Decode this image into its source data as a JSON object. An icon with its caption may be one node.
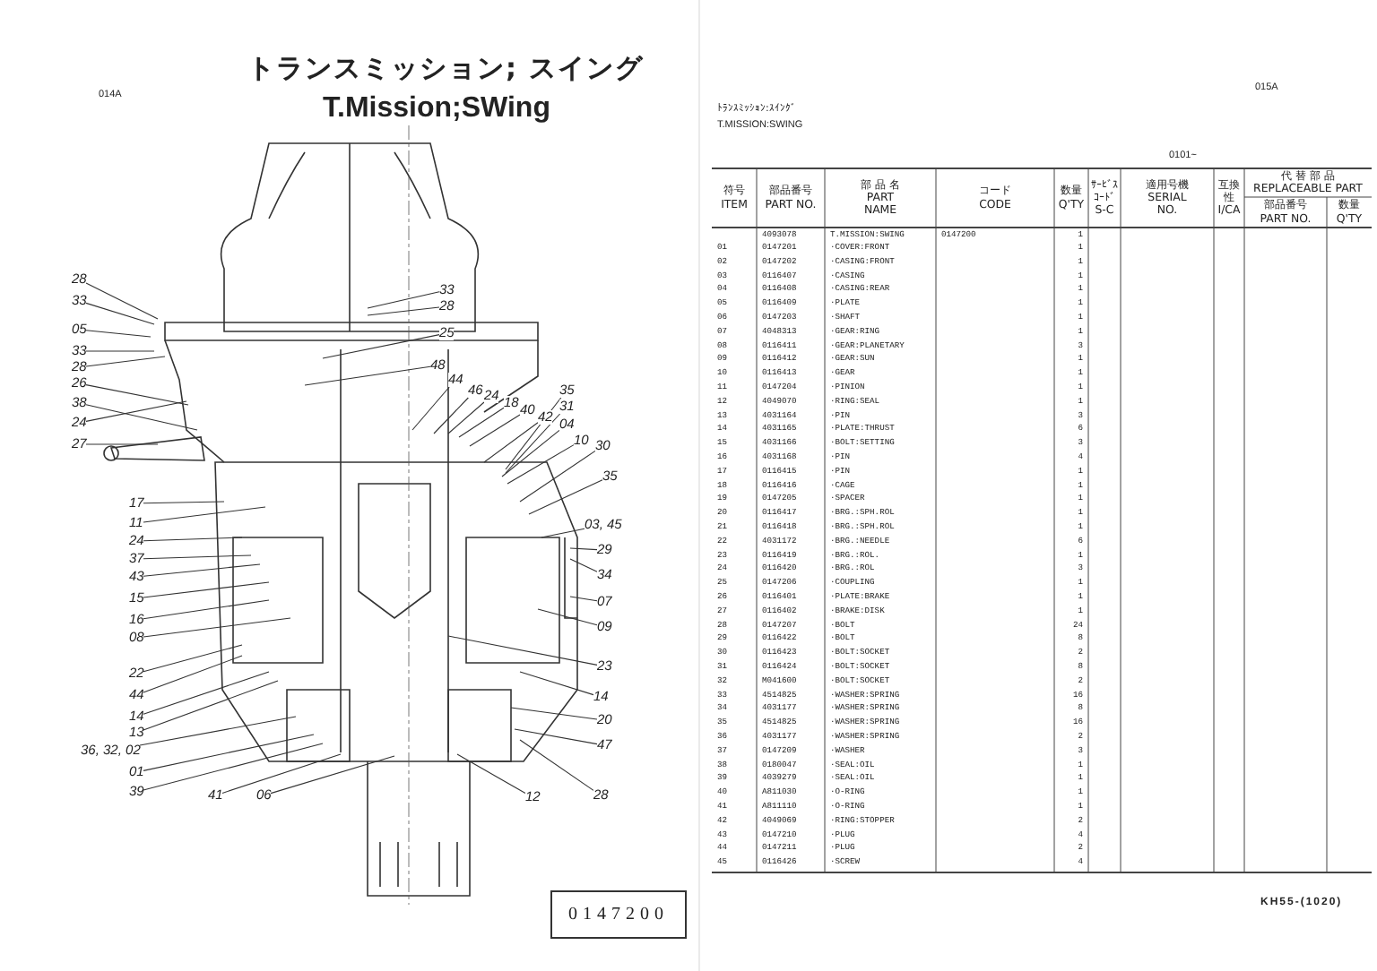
{
  "diagram": {
    "title": "トランスミッション; スイング",
    "nodes": [
      {
        "text": [
          "28"
        ]
      },
      {
        "text": [
          "33"
        ]
      },
      {
        "text": [
          "05"
        ]
      },
      {
        "text": [
          "33"
        ]
      },
      {
        "text": [
          "28"
        ]
      },
      {
        "text": [
          "26"
        ]
      },
      {
        "text": [
          "38"
        ]
      },
      {
        "text": [
          "24"
        ]
      },
      {
        "text": [
          "27"
        ]
      },
      {
        "text": [
          "17"
        ]
      },
      {
        "text": [
          "11"
        ]
      },
      {
        "text": [
          "24"
        ]
      },
      {
        "text": [
          "37"
        ]
      },
      {
        "text": [
          "43"
        ]
      },
      {
        "text": [
          "15"
        ]
      },
      {
        "text": [
          "16"
        ]
      },
      {
        "text": [
          "08"
        ]
      },
      {
        "text": [
          "22"
        ]
      },
      {
        "text": [
          "44"
        ]
      },
      {
        "text": [
          "14"
        ]
      },
      {
        "text": [
          "13"
        ]
      },
      {
        "text": [
          "36, 32, 02"
        ]
      },
      {
        "text": [
          "01"
        ]
      },
      {
        "text": [
          "39"
        ]
      },
      {
        "text": [
          "41"
        ]
      },
      {
        "text": [
          "06"
        ]
      },
      {
        "text": [
          "33"
        ]
      },
      {
        "text": [
          "28"
        ]
      },
      {
        "text": [
          "25"
        ]
      },
      {
        "text": [
          "48"
        ]
      },
      {
        "text": [
          "44"
        ]
      },
      {
        "text": [
          "46"
        ]
      },
      {
        "text": [
          "24"
        ]
      },
      {
        "text": [
          "18"
        ]
      },
      {
        "text": [
          "40"
        ]
      },
      {
        "text": [
          "42"
        ]
      },
      {
        "text": [
          "35"
        ]
      },
      {
        "text": [
          "31"
        ]
      },
      {
        "text": [
          "04"
        ]
      },
      {
        "text": [
          "10"
        ]
      },
      {
        "text": [
          "30"
        ]
      },
      {
        "text": [
          "35"
        ]
      },
      {
        "text": [
          "03, 45"
        ]
      },
      {
        "text": [
          "29"
        ]
      },
      {
        "text": [
          "34"
        ]
      },
      {
        "text": [
          "07"
        ]
      },
      {
        "text": [
          "09"
        ]
      },
      {
        "text": [
          "23"
        ]
      },
      {
        "text": [
          "14"
        ]
      },
      {
        "text": [
          "20"
        ]
      },
      {
        "text": [
          "47"
        ]
      },
      {
        "text": [
          "28"
        ]
      },
      {
        "text": [
          "12"
        ]
      }
    ],
    "edges": [
      {
        "from": 0,
        "to": null,
        "arrow": "none"
      },
      {
        "from": 1,
        "to": null,
        "arrow": "none"
      },
      {
        "from": 2,
        "to": null,
        "arrow": "none"
      },
      {
        "from": 3,
        "to": null,
        "arrow": "none"
      },
      {
        "from": 4,
        "to": null,
        "arrow": "none"
      },
      {
        "from": 5,
        "to": null,
        "arrow": "none"
      },
      {
        "from": 6,
        "to": null,
        "arrow": "none"
      },
      {
        "from": 7,
        "to": null,
        "arrow": "none"
      },
      {
        "from": 8,
        "to": null,
        "arrow": "none"
      },
      {
        "from": 9,
        "to": null,
        "arrow": "none"
      },
      {
        "from": 10,
        "to": null,
        "arrow": "none"
      },
      {
        "from": 11,
        "to": null,
        "arrow": "none"
      },
      {
        "from": 12,
        "to": null,
        "arrow": "none"
      },
      {
        "from": 13,
        "to": null,
        "arrow": "none"
      },
      {
        "from": 14,
        "to": null,
        "arrow": "none"
      },
      {
        "from": 15,
        "to": null,
        "arrow": "none"
      },
      {
        "from": 16,
        "to": null,
        "arrow": "none"
      },
      {
        "from": 17,
        "to": null,
        "arrow": "none"
      },
      {
        "from": 18,
        "to": null,
        "arrow": "none"
      },
      {
        "from": 19,
        "to": null,
        "arrow": "none"
      },
      {
        "from": 20,
        "to": null,
        "arrow": "none"
      },
      {
        "from": 21,
        "to": null,
        "arrow": "none"
      },
      {
        "from": 22,
        "to": null,
        "arrow": "none"
      },
      {
        "from": 23,
        "to": null,
        "arrow": "none"
      },
      {
        "from": 24,
        "to": null,
        "arrow": "none"
      },
      {
        "from": 25,
        "to": null,
        "arrow": "none"
      },
      {
        "from": 26,
        "to": null,
        "arrow": "none"
      },
      {
        "from": 27,
        "to": null,
        "arrow": "none"
      },
      {
        "from": 28,
        "to": null,
        "arrow": "none"
      },
      {
        "from": 29,
        "to": null,
        "arrow": "none"
      },
      {
        "from": 30,
        "to": null,
        "arrow": "none"
      },
      {
        "from": 31,
        "to": null,
        "arrow": "none"
      },
      {
        "from": 32,
        "to": null,
        "arrow": "none"
      },
      {
        "from": 33,
        "to": null,
        "arrow": "none"
      },
      {
        "from": 34,
        "to": null,
        "arrow": "none"
      },
      {
        "from": 35,
        "to": null,
        "arrow": "none"
      },
      {
        "from": 36,
        "to": null,
        "arrow": "none"
      },
      {
        "from": 37,
        "to": null,
        "arrow": "none"
      },
      {
        "from": 38,
        "to": null,
        "arrow": "none"
      },
      {
        "from": 39,
        "to": null,
        "arrow": "none"
      },
      {
        "from": 40,
        "to": null,
        "arrow": "none"
      },
      {
        "from": 41,
        "to": null,
        "arrow": "none"
      },
      {
        "from": 42,
        "to": null,
        "arrow": "none"
      },
      {
        "from": 43,
        "to": null,
        "arrow": "none"
      },
      {
        "from": 44,
        "to": null,
        "arrow": "none"
      },
      {
        "from": 45,
        "to": null,
        "arrow": "none"
      },
      {
        "from": 46,
        "to": null,
        "arrow": "none"
      },
      {
        "from": 47,
        "to": null,
        "arrow": "none"
      },
      {
        "from": 48,
        "to": null,
        "arrow": "none"
      },
      {
        "from": 49,
        "to": null,
        "arrow": "none"
      },
      {
        "from": 50,
        "to": null,
        "arrow": "none"
      },
      {
        "from": 51,
        "to": null,
        "arrow": "none"
      },
      {
        "from": 52,
        "to": null,
        "arrow": "none"
      }
    ],
    "labels": [
      "T.Mission;SWing",
      "014A",
      "015A",
      "ﾄﾗﾝｽﾐｯｼｮﾝ:ｽｲﾝｸﾞ",
      "T.MISSION:SWING",
      "0101~",
      "符号 ITEM",
      "部品番号 PART NO.",
      "部 品 名 PART NAME",
      "コード CODE",
      "数量 Q'TY",
      "ｻｰﾋﾞｽｺｰﾄﾞ S-C",
      "適用号機 SERIAL NO.",
      "互換性 I/CA",
      "代 替 部 品 REPLACEABLE PART",
      "部品番号 PART NO.",
      "数量 Q'TY",
      "4093078",
      "T.MISSION:SWING",
      "0147200",
      "1",
      "01",
      "0147201",
      "·COVER:FRONT",
      "1",
      "02",
      "0147202",
      "·CASING:FRONT",
      "1",
      "03",
      "0116407",
      "·CASING",
      "1",
      "04",
      "0116408",
      "·CASING:REAR",
      "1",
      "05",
      "0116409",
      "·PLATE",
      "1",
      "06",
      "0147203",
      "·SHAFT",
      "1",
      "07",
      "4048313",
      "·GEAR:RING",
      "1",
      "08",
      "0116411",
      "·GEAR:PLANETARY",
      "3",
      "09",
      "0116412",
      "·GEAR:SUN",
      "1",
      "10",
      "0116413",
      "·GEAR",
      "1",
      "11",
      "0147204",
      "·PINION",
      "1",
      "12",
      "4049070",
      "·RING:SEAL",
      "1",
      "13",
      "4031164",
      "·PIN",
      "3",
      "14",
      "4031165",
      "·PLATE:THRUST",
      "6",
      "15",
      "4031166",
      "·BOLT:SETTING",
      "3",
      "16",
      "4031168",
      "·PIN",
      "4",
      "17",
      "0116415",
      "·PIN",
      "1",
      "18",
      "0116416",
      "·CAGE",
      "1",
      "19",
      "0147205",
      "·SPACER",
      "1",
      "20",
      "0116417",
      "·BRG.:SPH.ROL",
      "1",
      "21",
      "0116418",
      "·BRG.:SPH.ROL",
      "1",
      "22",
      "4031172",
      "·BRG.:NEEDLE",
      "6",
      "23",
      "0116419",
      "·BRG.:ROL.",
      "1",
      "24",
      "0116420",
      "·BRG.:ROL",
      "3",
      "25",
      "0147206",
      "·COUPLING",
      "1",
      "26",
      "0116401",
      "·PLATE:BRAKE",
      "1",
      "27",
      "0116402",
      "·BRAKE:DISK",
      "1",
      "28",
      "0147207",
      "·BOLT",
      "24",
      "29",
      "0116422",
      "·BOLT",
      "8",
      "30",
      "0116423",
      "·BOLT:SOCKET",
      "2",
      "31",
      "0116424",
      "·BOLT:SOCKET",
      "8",
      "32",
      "M041600",
      "·BOLT:SOCKET",
      "2",
      "33",
      "4514825",
      "·WASHER:SPRING",
      "16",
      "34",
      "4031177",
      "·WASHER:SPRING",
      "8",
      "35",
      "4514825",
      "·WASHER:SPRING",
      "16",
      "36",
      "4031177",
      "·WASHER:SPRING",
      "2",
      "37",
      "0147209",
      "·WASHER",
      "3",
      "38",
      "0180047",
      "·SEAL:OIL",
      "1",
      "39",
      "4039279",
      "·SEAL:OIL",
      "1",
      "40",
      "A811030",
      "·O-RING",
      "1",
      "41",
      "A811110",
      "·O-RING",
      "1",
      "42",
      "4049069",
      "·RING:STOPPER",
      "2",
      "43",
      "0147210",
      "·PLUG",
      "4",
      "44",
      "0147211",
      "·PLUG",
      "2",
      "45",
      "0116426",
      "·SCREW",
      "4",
      "0147200",
      "KH55-(1020)"
    ]
  }
}
